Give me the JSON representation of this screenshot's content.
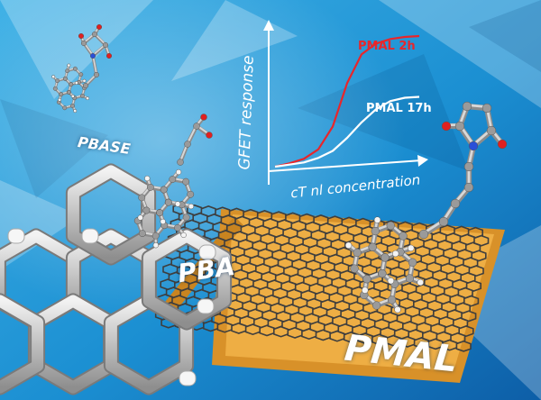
{
  "labels": {
    "pbase": "PBASE",
    "pba": "PBA",
    "pmal": "PMAL"
  },
  "chart_data": {
    "type": "line",
    "xlabel": "cT nl concentration",
    "ylabel": "GFET response",
    "series": [
      {
        "name": "PMAL 2h",
        "color": "#e8262b",
        "x": [
          0,
          1,
          2,
          3,
          4,
          5,
          6,
          7,
          8,
          9,
          10
        ],
        "y": [
          0,
          0.02,
          0.05,
          0.12,
          0.3,
          0.65,
          0.88,
          0.96,
          0.99,
          1.0,
          1.0
        ]
      },
      {
        "name": "PMAL 17h",
        "color": "#ffffff",
        "x": [
          0,
          1,
          2,
          3,
          4,
          5,
          6,
          7,
          8,
          9,
          10
        ],
        "y": [
          0,
          0.01,
          0.02,
          0.05,
          0.1,
          0.2,
          0.32,
          0.42,
          0.48,
          0.5,
          0.5
        ]
      }
    ],
    "grid": false,
    "legend": "inline labels"
  },
  "colors": {
    "background": "#1a8fd1",
    "electrode": "#e9a33a",
    "graphene": "#3a3a3a"
  }
}
